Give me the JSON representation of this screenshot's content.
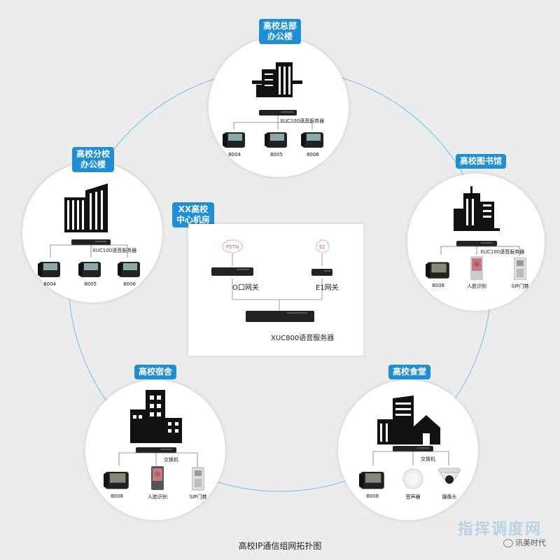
{
  "colors": {
    "accent": "#1d8fd8",
    "ring": "#7ec7ea",
    "device": "#222222"
  },
  "nodes": {
    "hq": {
      "label": "高校总部\n办公楼",
      "server": "XUC100语音服务器",
      "devices": [
        "8004",
        "8005",
        "8006"
      ]
    },
    "branch": {
      "label": "高校分校\n办公楼",
      "server": "XUC100语音服务器",
      "devices": [
        "8004",
        "8005",
        "8006"
      ]
    },
    "library": {
      "label": "高校图书馆",
      "server": "XUC100语音服务器",
      "devices": [
        "8008",
        "人脸识别",
        "SIP门禁"
      ]
    },
    "dorm": {
      "label": "高校宿舍",
      "server": "交换机",
      "devices": [
        "8008",
        "人脸识别",
        "SIP门禁"
      ]
    },
    "canteen": {
      "label": "高校食堂",
      "server": "交换机",
      "devices": [
        "8008",
        "音声器",
        "摄像头"
      ]
    }
  },
  "center": {
    "label": "XX高校\n中心机房",
    "pstn": "PSTN",
    "e1": "E1",
    "o_gateway": "O口网关",
    "e1_gateway": "E1网关",
    "server": "XUC800语音服务器"
  },
  "caption": "高校IP通信组网拓扑图",
  "watermark": "指挥调度网",
  "wechat": "讯美时代"
}
